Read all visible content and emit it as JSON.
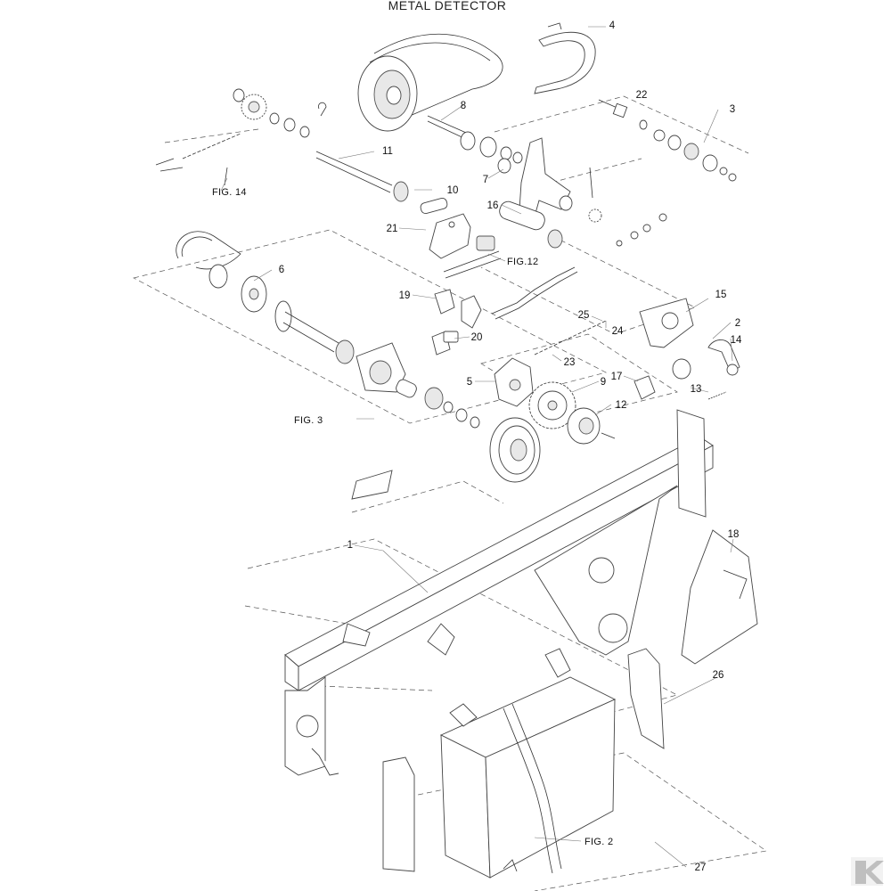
{
  "title": "METAL DETECTOR",
  "callouts": [
    "1",
    "2",
    "3",
    "4",
    "5",
    "6",
    "7",
    "8",
    "9",
    "10",
    "11",
    "12",
    "13",
    "14",
    "14",
    "15",
    "16",
    "17",
    "18",
    "19",
    "20",
    "21",
    "22",
    "23",
    "24",
    "25",
    "26",
    "27"
  ],
  "figure_refs": [
    "FIG. 14",
    "FIG.12",
    "FIG. 3",
    "FIG. 2"
  ],
  "logo": "K",
  "colors": {
    "line": "#333333",
    "part_fill": "#e8e8e8",
    "logo": "#bfbfbf"
  }
}
